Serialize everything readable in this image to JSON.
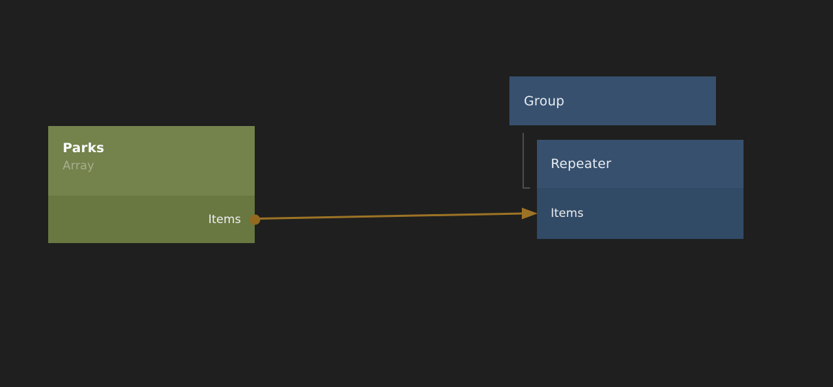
{
  "canvas": {
    "background_color": "#1f1f1f"
  },
  "nodes": {
    "parks": {
      "title": "Parks",
      "subtitle": "Array",
      "ports": [
        {
          "label": "Items",
          "direction": "output"
        }
      ],
      "colors": {
        "header": "#74824c",
        "body": "#697741",
        "subtitle_text": "#a7ae8d",
        "port_dot": "#92691f"
      }
    },
    "group": {
      "title": "Group",
      "colors": {
        "header": "#37506e"
      }
    },
    "repeater": {
      "title": "Repeater",
      "ports": [
        {
          "label": "Items",
          "direction": "input"
        }
      ],
      "colors": {
        "header": "#37506e",
        "body": "#314a66"
      }
    }
  },
  "connections": {
    "binding_arrow": {
      "from": "Parks.Items",
      "to": "Repeater.Items",
      "color": "#9c7325"
    },
    "hierarchy_line": {
      "from": "Group",
      "to": "Repeater",
      "color": "#4d4d4d"
    }
  }
}
